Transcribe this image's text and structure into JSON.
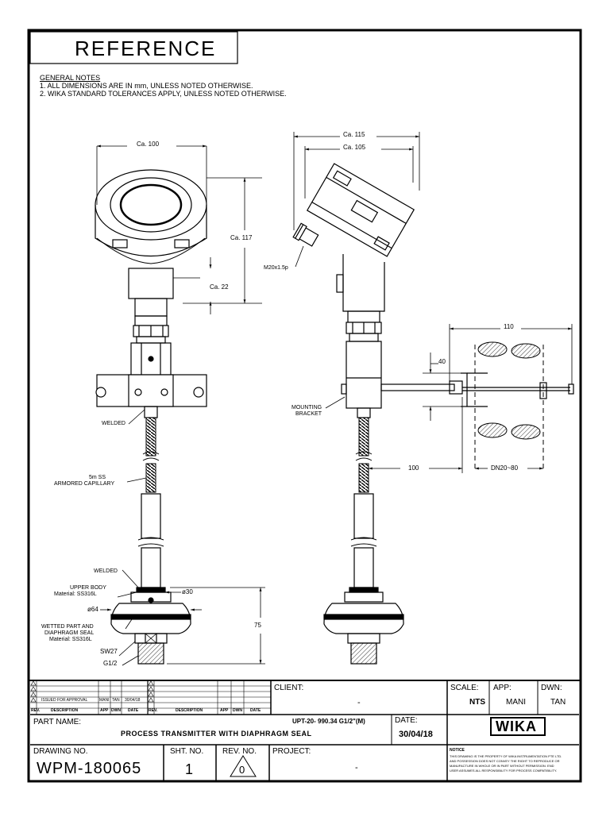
{
  "reference_title": "REFERENCE",
  "general_notes": {
    "heading": "GENERAL NOTES",
    "items": [
      "1. ALL DIMENSIONS ARE IN mm, UNLESS NOTED OTHERWISE.",
      "2. WIKA STANDARD TOLERANCES APPLY, UNLESS NOTED OTHERWISE."
    ]
  },
  "dimensions": {
    "front_width": "Ca. 100",
    "front_height": "Ca. 117",
    "neck": "Ca. 22",
    "side_width_outer": "Ca. 115",
    "side_width_inner": "Ca. 105",
    "thread": "M20x1.5p",
    "pipe_width": "110",
    "bracket_height": "40",
    "capillary_offset": "100",
    "pipe_size": "DN20~80",
    "seal_top_dia": "ø30",
    "seal_dia": "ø64",
    "seal_height": "75"
  },
  "callouts": {
    "welded_top": "WELDED",
    "capillary_line1": "5m SS",
    "capillary_line2": "ARMORED CAPILLARY",
    "welded_bottom": "WELDED",
    "upper_body_line1": "UPPER BODY",
    "upper_body_line2": "Material: SS316L",
    "wetted_line1": "WETTED PART AND",
    "wetted_line2": "DIAPHRAGM SEAL",
    "wetted_line3": "Material: SS316L",
    "sw": "SW27",
    "g": "G1/2",
    "mounting_line1": "MOUNTING",
    "mounting_line2": "BRACKET"
  },
  "revision_table": {
    "row_text": "ISSUED FOR APPROVAL",
    "row_app": "MANI",
    "row_dwn": "TAN",
    "row_date": "30/04/18",
    "headers_left": [
      "REV.",
      "DESCRIPTION",
      "APP",
      "DWN",
      "DATE"
    ],
    "headers_right": [
      "REV.",
      "DESCRIPTION",
      "APP",
      "DWN",
      "DATE"
    ]
  },
  "title_block": {
    "client_label": "CLIENT:",
    "client_value": "-",
    "scale_label": "SCALE:",
    "scale_value": "NTS",
    "app_label": "APP:",
    "app_value": "MANI",
    "dwn_label": "DWN:",
    "dwn_value": "TAN",
    "part_name_label": "PART NAME:",
    "part_name_value": "PROCESS TRANSMITTER WITH DIAPHRAGM SEAL",
    "part_code": "UPT-20- 990.34 G1/2\"(M)",
    "date_label": "DATE:",
    "date_value": "30/04/18",
    "logo_text": "WIKA",
    "drawing_no_label": "DRAWING NO.",
    "drawing_no_value": "WPM-180065",
    "sht_no_label": "SHT. NO.",
    "sht_no_value": "1",
    "rev_no_label": "REV. NO.",
    "rev_no_value": "0",
    "project_label": "PROJECT:",
    "project_value": "-",
    "notice_label": "NOTICE",
    "notice_text": [
      "THIS DRAWING IS THE PROPERTY OF WIKA INSTRUMENTATION PTE LTD.",
      "AND POSSESSION DOES NOT CONVEY THE RIGHT TO REPRODUCE OR",
      "MANUFACTURE IN WHOLE OR IN PART WITHOUT PERMISSION. END",
      "USER ASSUMES ALL RESPONSIBILITY FOR PROCESS COMPATIBILITY."
    ]
  }
}
